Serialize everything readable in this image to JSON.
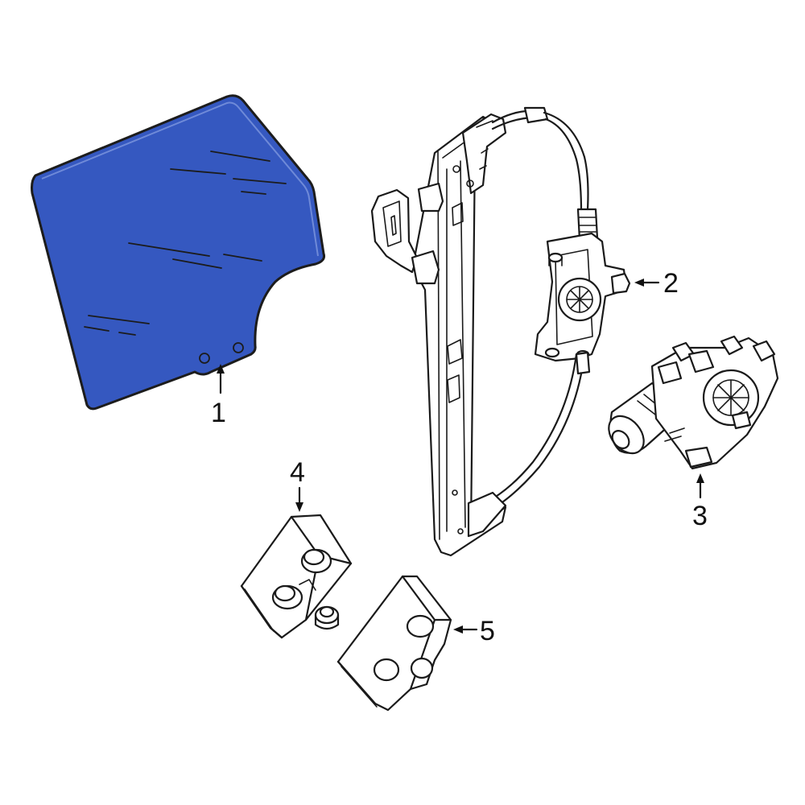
{
  "diagram": {
    "highlight_color": "#3558c0",
    "highlight_outline": "#1c1c1c",
    "line_color": "#1a1a1a",
    "background": "#ffffff"
  },
  "callouts": [
    {
      "id": "1",
      "label": "1",
      "part": "window-glass"
    },
    {
      "id": "2",
      "label": "2",
      "part": "window-regulator"
    },
    {
      "id": "3",
      "label": "3",
      "part": "window-motor"
    },
    {
      "id": "4",
      "label": "4",
      "part": "glass-clip-front"
    },
    {
      "id": "5",
      "label": "5",
      "part": "glass-clip-rear"
    }
  ]
}
